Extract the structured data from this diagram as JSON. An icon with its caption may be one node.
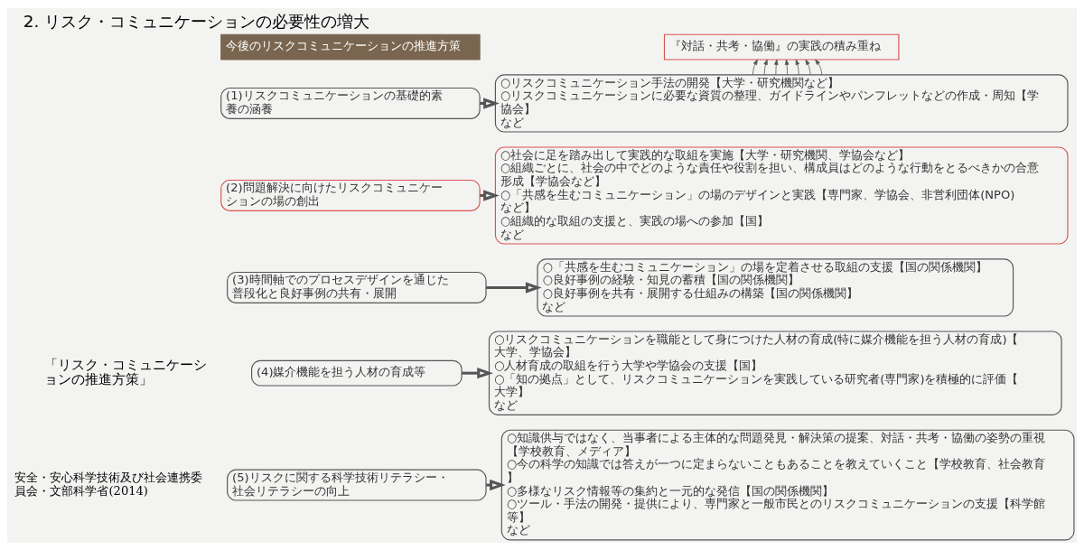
{
  "diagram": {
    "title": "2. リスク・コミュニケーションの必要性の増大",
    "nodes": [
      {
        "text": [
          "今後のリスクコミュニケーションの推進方策"
        ]
      },
      {
        "text": [
          "『対話・共考・協働』の実践の積み重ね"
        ]
      },
      {
        "text": [
          "(1)リスクコミュニケーションの基礎的素養の涵養"
        ]
      },
      {
        "text": [
          "○リスクコミュニケーション手法の開発【大学・研究機関など】",
          "○リスクコミュニケーションに必要な資質の整理、ガイドラインやパンフレットなどの作成・周知【学協会】",
          "など"
        ]
      },
      {
        "text": [
          "(2)問題解決に向けたリスクコミュニケーションの場の創出"
        ]
      },
      {
        "text": [
          "○社会に足を踏み出して実践的な取組を実施【大学・研究機関、学協会など】",
          "○組織ごとに、社会の中でどのような責任や役割を担い、構成員はどのような行動をとるべきかの合意形成【学協会など】",
          "○「共感を生むコミュニケーション」の場のデザインと実践【専門家、学協会、非営利団体(NPO)など】",
          "○組織的な取組の支援と、実践の場への参加【国】",
          "など"
        ]
      },
      {
        "text": [
          "(3)時間軸でのプロセスデザインを通じた普段化と良好事例の共有・展開"
        ]
      },
      {
        "text": [
          "○「共感を生むコミュニケーション」の場を定着させる取組の支援【国の関係機関】",
          "○良好事例の経験・知見の蓄積【国の関係機関】",
          "○良好事例を共有・展開する仕組みの構築【国の関係機関】",
          "など"
        ]
      },
      {
        "text": [
          "(4)媒介機能を担う人材の育成等"
        ]
      },
      {
        "text": [
          "○リスクコミュニケーションを職能として身につけた人材の育成(特に媒介機能を担う人材の育成)【大学、学協会】",
          "○人材育成の取組を行う大学や学協会の支援【国】",
          "○「知の拠点」として、リスクコミュニケーションを実践している研究者(専門家)を積極的に評価【大学】",
          "など"
        ]
      },
      {
        "text": [
          "(5)リスクに関する科学技術リテラシー・社会リテラシーの向上"
        ]
      },
      {
        "text": [
          "○知識供与ではなく、当事者による主体的な問題発見・解決策の提案、対話・共考・協働の姿勢の重視【学校教育、メディア】",
          "○今の科学の知識では答えが一つに定まらないこともあることを教えていくこと【学校教育、社会教育】",
          "○多様なリスク情報等の集約と一元的な発信【国の関係機関】",
          "○ツール・手法の開発・提供により、専門家と一般市民とのリスクコミュニケーションの支援【科学館等】",
          "など"
        ]
      }
    ],
    "edges": [
      {
        "from": 2,
        "to": 3,
        "arrow": "to",
        "style": "thick"
      },
      {
        "from": 4,
        "to": 5,
        "arrow": "to",
        "style": "thick"
      },
      {
        "from": 6,
        "to": 7,
        "arrow": "to",
        "style": "thick"
      },
      {
        "from": 8,
        "to": 9,
        "arrow": "to",
        "style": "thick"
      },
      {
        "from": 10,
        "to": 11,
        "arrow": "to",
        "style": "thick"
      },
      {
        "from": 3,
        "to": 1,
        "arrow": "to"
      },
      {
        "from": 3,
        "to": 1,
        "arrow": "to"
      },
      {
        "from": 3,
        "to": 1,
        "arrow": "to"
      },
      {
        "from": 3,
        "to": 1,
        "arrow": "to"
      },
      {
        "from": 3,
        "to": 1,
        "arrow": "to"
      },
      {
        "from": 3,
        "to": 1,
        "arrow": "to"
      },
      {
        "from": 3,
        "to": 1,
        "arrow": "to"
      }
    ],
    "labels": [
      "「リスク・コミュニケーションの推進方策」",
      "安全・安心科学技術及び社会連携委員会・文部科学省(2014)"
    ]
  }
}
